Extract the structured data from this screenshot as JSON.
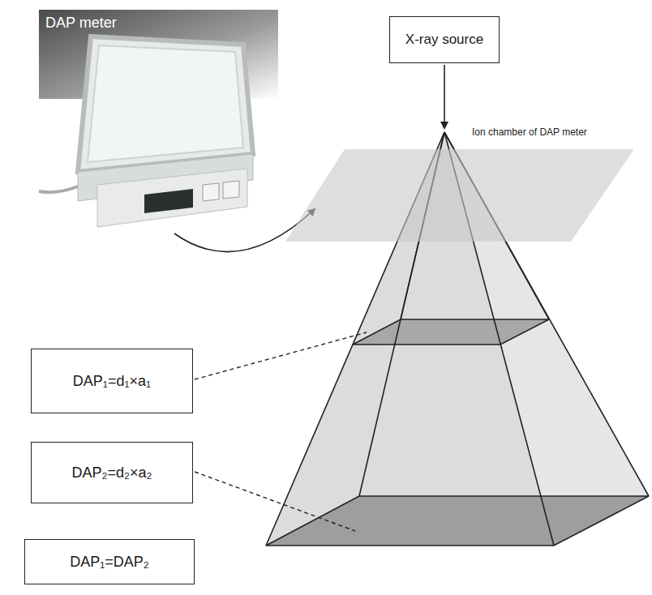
{
  "diagram": {
    "nodes": [
      {
        "text": [
          "X-ray source"
        ]
      },
      {
        "text": [
          "DAP₁=d₁×a₁"
        ]
      },
      {
        "text": [
          "DAP₂=d₂×a₂"
        ]
      },
      {
        "text": [
          "DAP₁=DAP₂"
        ]
      }
    ],
    "labels": [
      "DAP meter",
      "Ion chamber of DAP meter"
    ]
  }
}
